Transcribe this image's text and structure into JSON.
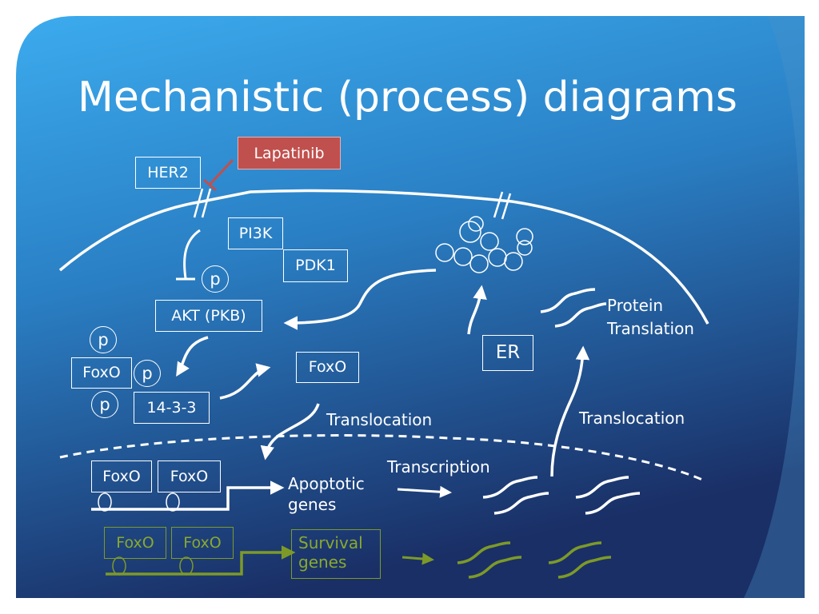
{
  "title": "Mechanistic (process) diagrams",
  "colors": {
    "background_light": "#3aa6e8",
    "background_dark": "#1b3d78",
    "foreground": "#ffffff",
    "inhibitor": "#c0504d",
    "survival": "#7d9a28"
  },
  "nodes": {
    "her2": "HER2",
    "lapatinib": "Lapatinib",
    "pi3k": "PI3K",
    "pdk1": "PDK1",
    "p_akt": "p",
    "akt": "AKT (PKB)",
    "p_foxo_top": "p",
    "foxo_bound": "FoxO",
    "p_foxo_mid": "p",
    "p_1433": "p",
    "protein_1433": "14-3-3",
    "foxo_free": "FoxO",
    "er": "ER",
    "foxo_dna_1": "FoxO",
    "foxo_dna_2": "FoxO",
    "foxo_surv_1": "FoxO",
    "foxo_surv_2": "FoxO"
  },
  "labels": {
    "translocation_left": "Translocation",
    "translocation_right": "Translocation",
    "protein_translation_1": "Protein",
    "protein_translation_2": "Translation",
    "transcription": "Transcription",
    "apoptotic_1": "Apoptotic",
    "apoptotic_2": "genes",
    "survival_1": "Survival",
    "survival_2": "genes"
  }
}
